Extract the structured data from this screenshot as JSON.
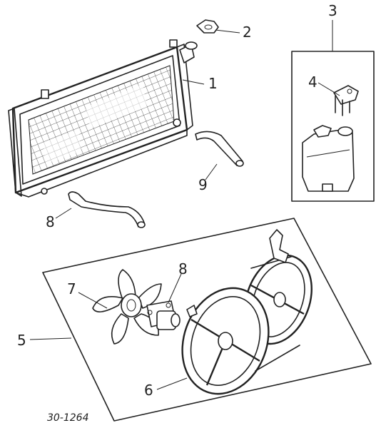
{
  "diagram": {
    "callouts": [
      {
        "id": "1",
        "label": "1"
      },
      {
        "id": "2",
        "label": "2"
      },
      {
        "id": "3",
        "label": "3"
      },
      {
        "id": "4",
        "label": "4"
      },
      {
        "id": "5",
        "label": "5"
      },
      {
        "id": "6",
        "label": "6"
      },
      {
        "id": "7",
        "label": "7"
      },
      {
        "id": "8a",
        "label": "8"
      },
      {
        "id": "8b",
        "label": "8"
      },
      {
        "id": "9",
        "label": "9"
      }
    ],
    "figure_code": "30-1264"
  }
}
